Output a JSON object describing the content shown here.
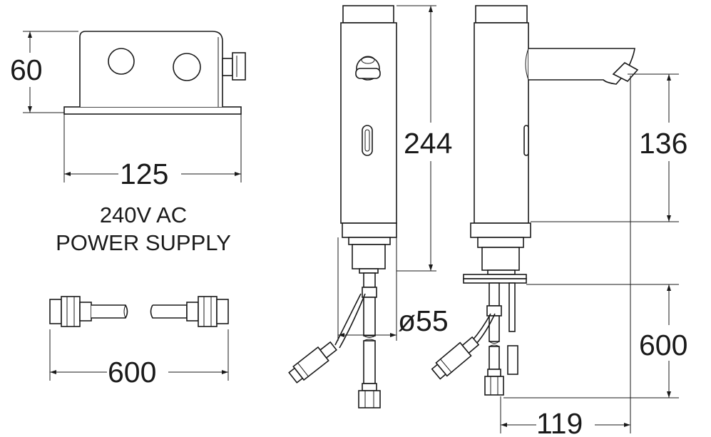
{
  "dimensions": {
    "power_box_height": "60",
    "power_box_width": "125",
    "hose_length": "600",
    "tap_height": "244",
    "base_diameter": "ø55",
    "spout_height": "136",
    "tail_length": "600",
    "spout_reach": "119"
  },
  "power_supply_note": {
    "line1": "240V AC",
    "line2": "POWER SUPPLY"
  }
}
